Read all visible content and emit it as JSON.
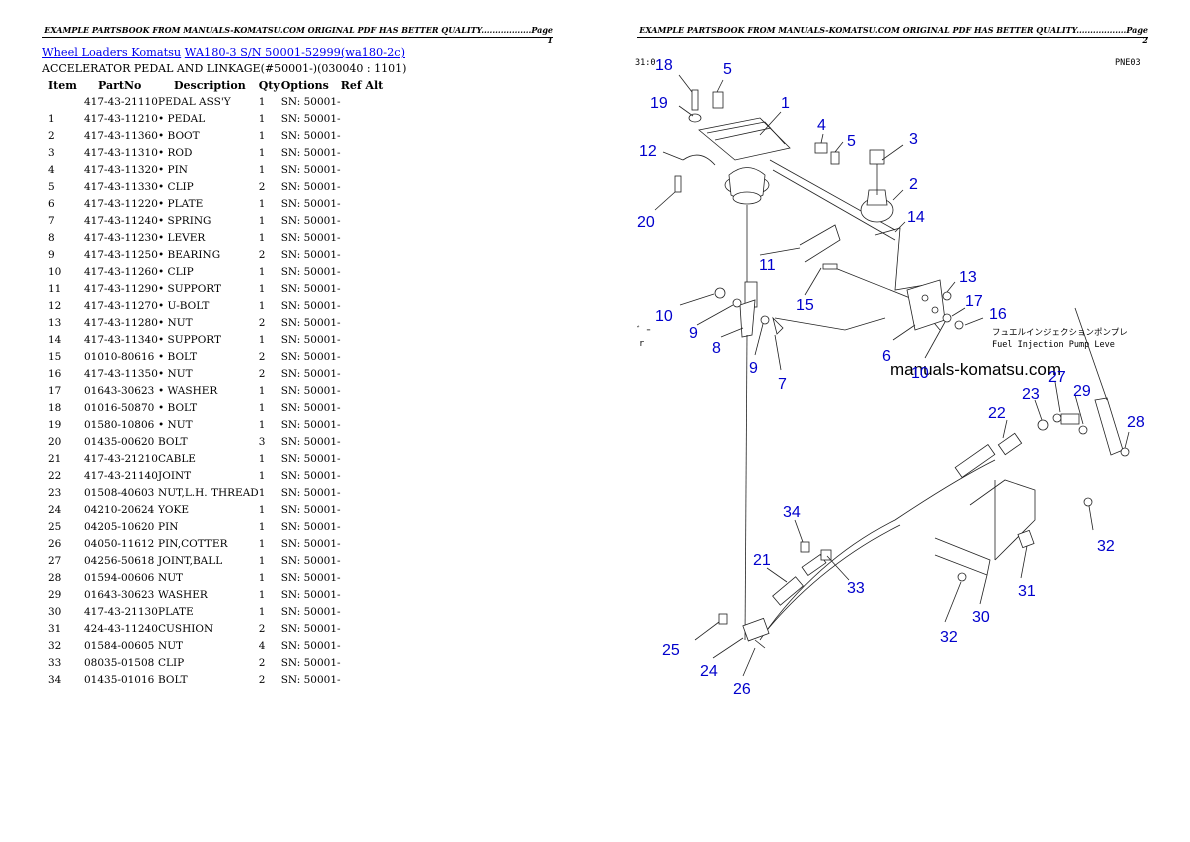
{
  "left_page": {
    "header": "EXAMPLE PARTSBOOK FROM MANUALS-KOMATSU.COM ORIGINAL PDF HAS BETTER QUALITY..................Page 1",
    "breadcrumb": {
      "link1": "Wheel Loaders Komatsu",
      "link2": "WA180-3 S/N 50001-52999(wa180-2c)"
    },
    "section_title": "ACCELERATOR PEDAL AND LINKAGE(#50001-)(030040 : 1101)",
    "columns": [
      "Item",
      "PartNo",
      "Description",
      "Qty",
      "Options",
      "Ref Alt"
    ],
    "rows": [
      {
        "item": "",
        "part": "417-43-21110",
        "desc": "PEDAL ASS'Y",
        "qty": "1",
        "opt": "SN: 50001-"
      },
      {
        "item": "1",
        "part": "417-43-11210",
        "desc": "• PEDAL",
        "qty": "1",
        "opt": "SN: 50001-"
      },
      {
        "item": "2",
        "part": "417-43-11360",
        "desc": "• BOOT",
        "qty": "1",
        "opt": "SN: 50001-"
      },
      {
        "item": "3",
        "part": "417-43-11310",
        "desc": "• ROD",
        "qty": "1",
        "opt": "SN: 50001-"
      },
      {
        "item": "4",
        "part": "417-43-11320",
        "desc": "• PIN",
        "qty": "1",
        "opt": "SN: 50001-"
      },
      {
        "item": "5",
        "part": "417-43-11330",
        "desc": "• CLIP",
        "qty": "2",
        "opt": "SN: 50001-"
      },
      {
        "item": "6",
        "part": "417-43-11220",
        "desc": "• PLATE",
        "qty": "1",
        "opt": "SN: 50001-"
      },
      {
        "item": "7",
        "part": "417-43-11240",
        "desc": "• SPRING",
        "qty": "1",
        "opt": "SN: 50001-"
      },
      {
        "item": "8",
        "part": "417-43-11230",
        "desc": "• LEVER",
        "qty": "1",
        "opt": "SN: 50001-"
      },
      {
        "item": "9",
        "part": "417-43-11250",
        "desc": "• BEARING",
        "qty": "2",
        "opt": "SN: 50001-"
      },
      {
        "item": "10",
        "part": "417-43-11260",
        "desc": "• CLIP",
        "qty": "1",
        "opt": "SN: 50001-"
      },
      {
        "item": "11",
        "part": "417-43-11290",
        "desc": "• SUPPORT",
        "qty": "1",
        "opt": "SN: 50001-"
      },
      {
        "item": "12",
        "part": "417-43-11270",
        "desc": "• U-BOLT",
        "qty": "1",
        "opt": "SN: 50001-"
      },
      {
        "item": "13",
        "part": "417-43-11280",
        "desc": "• NUT",
        "qty": "2",
        "opt": "SN: 50001-"
      },
      {
        "item": "14",
        "part": "417-43-11340",
        "desc": "• SUPPORT",
        "qty": "1",
        "opt": "SN: 50001-"
      },
      {
        "item": "15",
        "part": "01010-80616",
        "desc": "• BOLT",
        "qty": "2",
        "opt": "SN: 50001-"
      },
      {
        "item": "16",
        "part": "417-43-11350",
        "desc": "• NUT",
        "qty": "2",
        "opt": "SN: 50001-"
      },
      {
        "item": "17",
        "part": "01643-30623",
        "desc": "• WASHER",
        "qty": "1",
        "opt": "SN: 50001-"
      },
      {
        "item": "18",
        "part": "01016-50870",
        "desc": "• BOLT",
        "qty": "1",
        "opt": "SN: 50001-"
      },
      {
        "item": "19",
        "part": "01580-10806",
        "desc": "• NUT",
        "qty": "1",
        "opt": "SN: 50001-"
      },
      {
        "item": "20",
        "part": "01435-00620",
        "desc": "BOLT",
        "qty": "3",
        "opt": "SN: 50001-"
      },
      {
        "item": "21",
        "part": "417-43-21210",
        "desc": "CABLE",
        "qty": "1",
        "opt": "SN: 50001-"
      },
      {
        "item": "22",
        "part": "417-43-21140",
        "desc": "JOINT",
        "qty": "1",
        "opt": "SN: 50001-"
      },
      {
        "item": "23",
        "part": "01508-40603",
        "desc": "NUT,L.H. THREAD",
        "qty": "1",
        "opt": "SN: 50001-"
      },
      {
        "item": "24",
        "part": "04210-20624",
        "desc": "YOKE",
        "qty": "1",
        "opt": "SN: 50001-"
      },
      {
        "item": "25",
        "part": "04205-10620",
        "desc": "PIN",
        "qty": "1",
        "opt": "SN: 50001-"
      },
      {
        "item": "26",
        "part": "04050-11612",
        "desc": "PIN,COTTER",
        "qty": "1",
        "opt": "SN: 50001-"
      },
      {
        "item": "27",
        "part": "04256-50618",
        "desc": "JOINT,BALL",
        "qty": "1",
        "opt": "SN: 50001-"
      },
      {
        "item": "28",
        "part": "01594-00606",
        "desc": "NUT",
        "qty": "1",
        "opt": "SN: 50001-"
      },
      {
        "item": "29",
        "part": "01643-30623",
        "desc": "WASHER",
        "qty": "1",
        "opt": "SN: 50001-"
      },
      {
        "item": "30",
        "part": "417-43-21130",
        "desc": "PLATE",
        "qty": "1",
        "opt": "SN: 50001-"
      },
      {
        "item": "31",
        "part": "424-43-11240",
        "desc": "CUSHION",
        "qty": "2",
        "opt": "SN: 50001-"
      },
      {
        "item": "32",
        "part": "01584-00605",
        "desc": "NUT",
        "qty": "4",
        "opt": "SN: 50001-"
      },
      {
        "item": "33",
        "part": "08035-01508",
        "desc": "CLIP",
        "qty": "2",
        "opt": "SN: 50001-"
      },
      {
        "item": "34",
        "part": "01435-01016",
        "desc": "BOLT",
        "qty": "2",
        "opt": "SN: 50001-"
      }
    ]
  },
  "right_page": {
    "header": "EXAMPLE PARTSBOOK FROM MANUALS-KOMATSU.COM ORIGINAL PDF HAS BETTER QUALITY..................Page 2",
    "diagram": {
      "code_left": "31:0",
      "code_right": "PNE03",
      "watermark": "manuals-komatsu.com",
      "jp_label": "フュエルインジェクションポンプレ",
      "en_label": "Fuel Injection Pump Leve",
      "edge_fragment_1": "ﾞ ｰ",
      "edge_fragment_2": "r",
      "callouts": [
        "18",
        "5",
        "19",
        "1",
        "4",
        "5",
        "3",
        "12",
        "2",
        "20",
        "14",
        "11",
        "13",
        "15",
        "17",
        "16",
        "10",
        "9",
        "8",
        "6",
        "9",
        "7",
        "10",
        "27",
        "23",
        "29",
        "22",
        "28",
        "34",
        "32",
        "21",
        "33",
        "31",
        "32",
        "30",
        "25",
        "24",
        "26"
      ]
    }
  },
  "colors": {
    "link": "#0000ee",
    "callout": "#0000cc"
  }
}
